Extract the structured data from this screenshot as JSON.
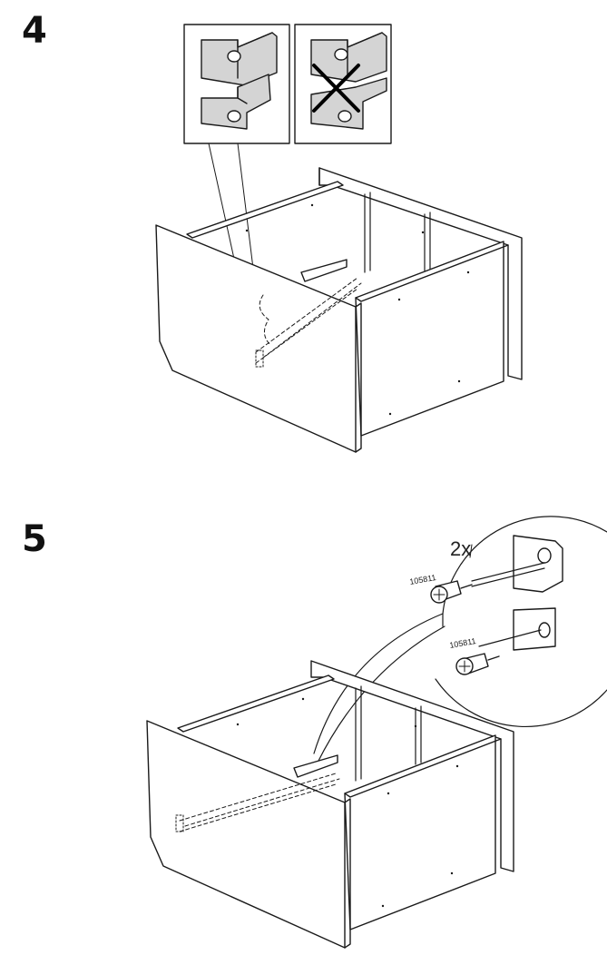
{
  "steps": [
    {
      "number": "4"
    },
    {
      "number": "5"
    }
  ],
  "step5": {
    "quantity": "2x",
    "part_labels": [
      "105811",
      "105811"
    ]
  },
  "icons": [
    "bracket-correct-icon",
    "bracket-incorrect-icon",
    "cross-mark-icon",
    "screw-icon",
    "drawer-illustration"
  ]
}
